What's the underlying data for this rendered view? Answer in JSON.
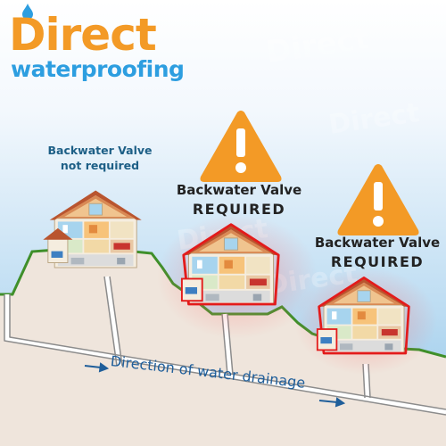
{
  "logo": {
    "line1": "Direct",
    "line2": "waterproofing",
    "colors": {
      "direct": "#f39a26",
      "waterproofing": "#2d9ee0"
    }
  },
  "houses": [
    {
      "id": "house-uphill",
      "label_line1": "Backwater Valve",
      "label_line2": "not required",
      "warning": false
    },
    {
      "id": "house-middle",
      "label_line1": "Backwater Valve",
      "label_line2": "REQUIRED",
      "warning": true
    },
    {
      "id": "house-downhill",
      "label_line1": "Backwater Valve",
      "label_line2": "REQUIRED",
      "warning": true
    }
  ],
  "drainage": {
    "label": "Direction of water drainage"
  },
  "icons": {
    "warning": "warning-triangle-icon",
    "arrow": "arrow-right-icon",
    "drop": "water-drop-icon"
  },
  "colors": {
    "sky_top": "#ffffff",
    "sky_bottom": "#9fcdec",
    "hill": "#eee4db",
    "grass": "#3f8f2a",
    "warning": "#f39a26",
    "required_outline": "#e31b1b",
    "text_dark": "#222222",
    "text_blue": "#1d5f86"
  }
}
